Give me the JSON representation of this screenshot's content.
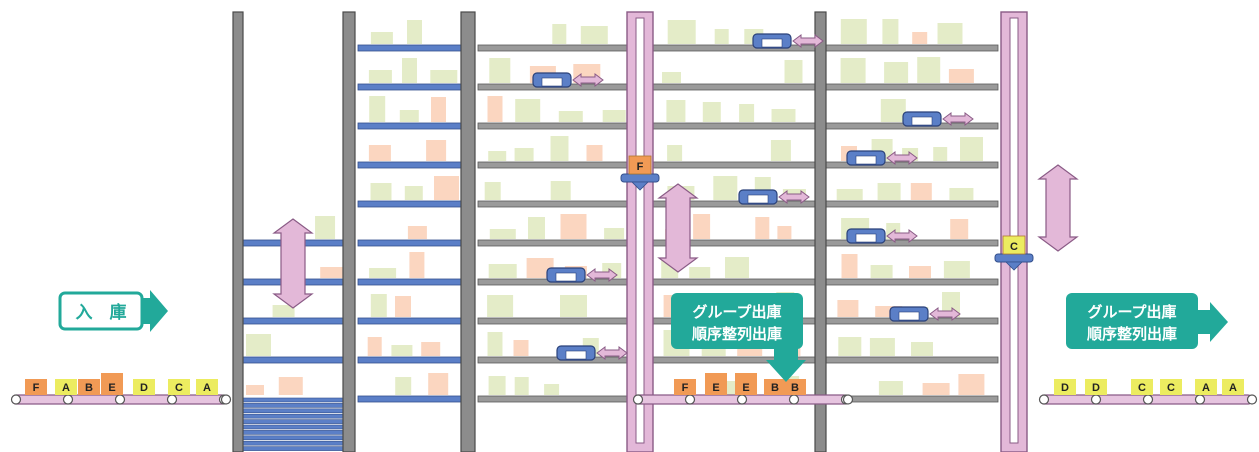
{
  "inbound_label": "入　庫",
  "mid_label_line1": "グループ出庫",
  "mid_label_line2": "順序整列出庫",
  "out_label_line1": "グループ出庫",
  "out_label_line2": "順序整列出庫",
  "inbound_conveyor": {
    "items": [
      "F",
      "A",
      "B",
      "E",
      "D",
      "C",
      "A"
    ]
  },
  "middle_conveyor": {
    "items": [
      "F",
      "E",
      "E",
      "B",
      "B"
    ]
  },
  "outbound_conveyor": {
    "items": [
      "D",
      "D",
      "C",
      "C",
      "A",
      "A"
    ]
  },
  "lift1_item": "F",
  "lift2_item": "C",
  "colors": {
    "column": "#8c8c8c",
    "column_edge": "#4a4a4a",
    "rail": "#9a9a9a",
    "blue_rail": "#5b7fc7",
    "lift": "#e3b8d8",
    "lift_edge": "#8a5b86",
    "conveyor": "#e6c4df",
    "arrow": "#22a99a",
    "box_orange": "#f19a55",
    "box_yellow": "#ecec60",
    "faint_green": "#e4ecc8",
    "faint_orange": "#fbd6c0"
  }
}
